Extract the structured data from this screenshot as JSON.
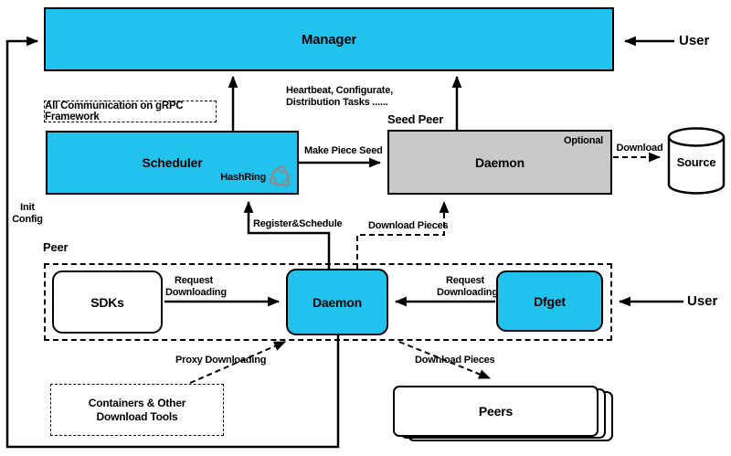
{
  "colors": {
    "accent_cyan": "#21C3EE",
    "seed_daemon_gray": "#C9C9C9",
    "line_black": "#000000",
    "hashring_icon_gray": "#8C8C8C"
  },
  "boxes": {
    "manager": "Manager",
    "scheduler": "Scheduler",
    "seed_peer_group": "Seed Peer",
    "seed_daemon": "Daemon",
    "seed_daemon_optional": "Optional",
    "source": "Source",
    "peer_group": "Peer",
    "sdks": "SDKs",
    "peer_daemon": "Daemon",
    "dfget": "Dfget",
    "containers_line1": "Containers & Other",
    "containers_line2": "Download Tools",
    "peers": "Peers"
  },
  "labels": {
    "grpc_note": "All Communication on gRPC Framework",
    "heartbeat_line1": "Heartbeat, Configurate,",
    "heartbeat_line2": "Distribution Tasks ......",
    "hashring": "HashRing",
    "make_piece_seed": "Make Piece Seed",
    "download": "Download",
    "register_schedule": "Register&Schedule",
    "download_pieces_top": "Download Pieces",
    "download_pieces_bottom": "Download Pieces",
    "init_line1": "Init",
    "init_line2": "Config",
    "request_downloading_line1": "Request",
    "request_downloading_line2": "Downloading",
    "proxy_downloading": "Proxy Downloading",
    "user_top": "User",
    "user_right": "User"
  }
}
